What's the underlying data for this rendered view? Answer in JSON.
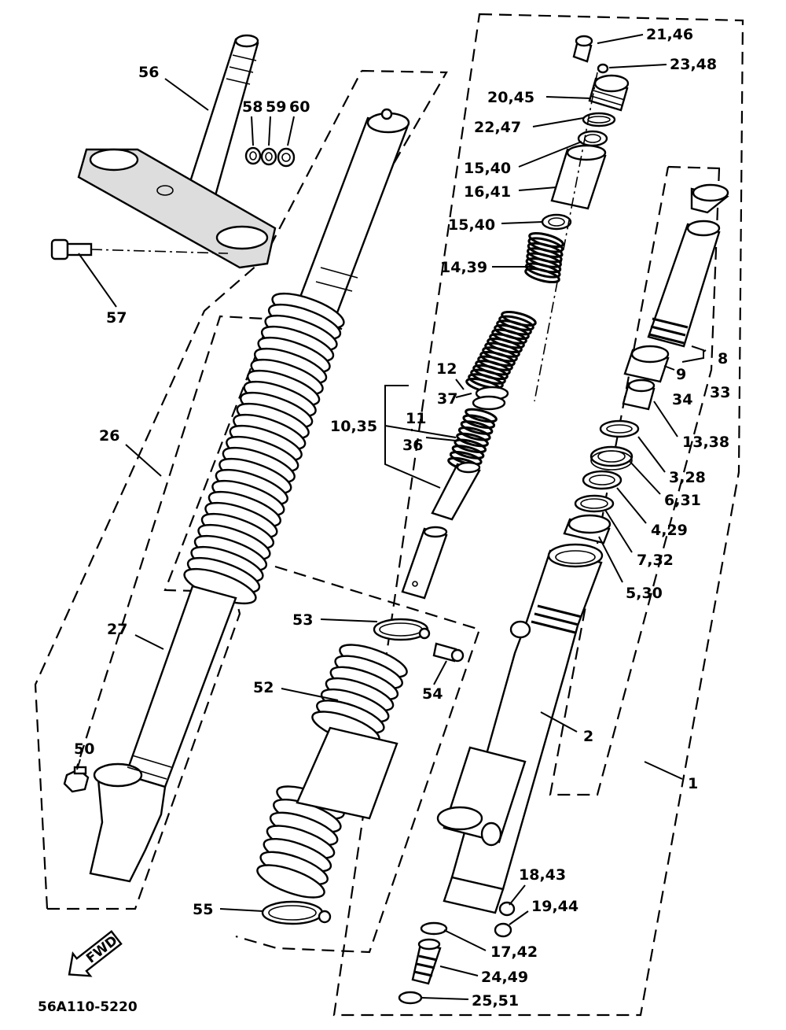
{
  "drawing_code": "56A110-5220",
  "fwd_label": "FWD",
  "part_labels": [
    {
      "id": "21_46",
      "text": "21,46"
    },
    {
      "id": "23_48",
      "text": "23,48"
    },
    {
      "id": "20_45",
      "text": "20,45"
    },
    {
      "id": "22_47",
      "text": "22,47"
    },
    {
      "id": "15_40_top",
      "text": "15,40"
    },
    {
      "id": "16_41",
      "text": "16,41"
    },
    {
      "id": "15_40_bottom",
      "text": "15,40"
    },
    {
      "id": "14_39",
      "text": "14,39"
    },
    {
      "id": "12",
      "text": "12"
    },
    {
      "id": "37",
      "text": "37"
    },
    {
      "id": "10_35",
      "text": "10,35"
    },
    {
      "id": "11",
      "text": "11"
    },
    {
      "id": "36",
      "text": "36"
    },
    {
      "id": "8",
      "text": "8"
    },
    {
      "id": "33",
      "text": "33"
    },
    {
      "id": "9",
      "text": "9"
    },
    {
      "id": "34",
      "text": "34"
    },
    {
      "id": "13_38",
      "text": "13,38"
    },
    {
      "id": "3_28",
      "text": "3,28"
    },
    {
      "id": "6_31",
      "text": "6,31"
    },
    {
      "id": "4_29",
      "text": "4,29"
    },
    {
      "id": "7_32",
      "text": "7,32"
    },
    {
      "id": "5_30",
      "text": "5,30"
    },
    {
      "id": "2",
      "text": "2"
    },
    {
      "id": "1",
      "text": "1"
    },
    {
      "id": "18_43",
      "text": "18,43"
    },
    {
      "id": "19_44",
      "text": "19,44"
    },
    {
      "id": "17_42",
      "text": "17,42"
    },
    {
      "id": "24_49",
      "text": "24,49"
    },
    {
      "id": "25_51",
      "text": "25,51"
    },
    {
      "id": "56",
      "text": "56"
    },
    {
      "id": "58",
      "text": "58"
    },
    {
      "id": "59",
      "text": "59"
    },
    {
      "id": "60",
      "text": "60"
    },
    {
      "id": "57",
      "text": "57"
    },
    {
      "id": "26",
      "text": "26"
    },
    {
      "id": "27",
      "text": "27"
    },
    {
      "id": "50",
      "text": "50"
    },
    {
      "id": "53",
      "text": "53"
    },
    {
      "id": "54",
      "text": "54"
    },
    {
      "id": "52",
      "text": "52"
    },
    {
      "id": "55",
      "text": "55"
    }
  ]
}
